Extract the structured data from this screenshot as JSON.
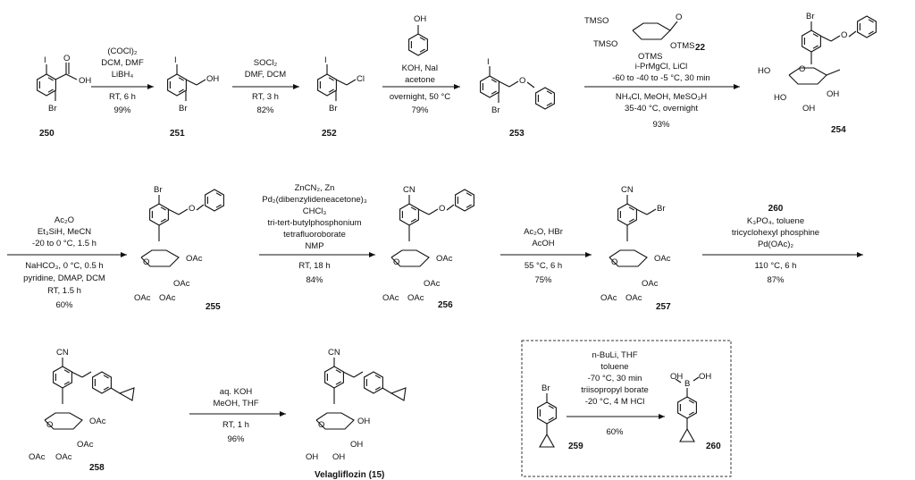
{
  "steps": [
    {
      "above": [
        "(COCl)₂",
        "DCM, DMF",
        "LiBH₄"
      ],
      "below": [
        "RT, 6 h",
        "99%"
      ]
    },
    {
      "above": [
        "SOCl₂",
        "DMF, DCM"
      ],
      "below": [
        "RT, 3 h",
        "82%"
      ]
    },
    {
      "above": [
        "KOH, NaI",
        "acetone"
      ],
      "below": [
        "overnight, 50 °C",
        "79%"
      ]
    },
    {
      "above": [
        "i-PrMgCl, LiCl",
        "-60 to -40 to -5 °C, 30 min"
      ],
      "below": [
        "NH₄Cl, MeOH, MeSO₃H",
        "35-40 °C, overnight",
        "93%"
      ],
      "reagent_label": "22"
    },
    {
      "above": [
        "Ac₂O",
        "Et₃SiH, MeCN",
        "-20 to 0 °C, 1.5 h"
      ],
      "below": [
        "NaHCO₃, 0 °C, 0.5 h",
        "pyridine, DMAP, DCM",
        "RT, 1.5 h",
        "60%"
      ]
    },
    {
      "above": [
        "ZnCN₂, Zn",
        "Pd₂(dibenzylideneacetone)₃",
        "CHCl₃",
        "tri-tert-butylphosphonium",
        "tetrafluoroborate",
        "NMP"
      ],
      "below": [
        "RT, 18 h",
        "84%"
      ]
    },
    {
      "above": [
        "Ac₂O, HBr",
        "AcOH"
      ],
      "below": [
        "55 °C, 6 h",
        "75%"
      ]
    },
    {
      "above": [
        "260",
        "K₃PO₄, toluene",
        "tricyclohexyl phosphine",
        "Pd(OAc)₂"
      ],
      "below": [
        "110 °C, 6 h",
        "87%"
      ]
    },
    {
      "above": [
        "aq. KOH",
        "MeOH, THF"
      ],
      "below": [
        "RT, 1 h",
        "96%"
      ]
    },
    {
      "above": [
        "n-BuLi, THF",
        "toluene",
        "-70 °C, 30 min",
        "triisopropyl borate",
        "-20 °C, 4 M HCl"
      ],
      "below": [
        "60%"
      ]
    }
  ],
  "compounds": {
    "c250": "250",
    "c251": "251",
    "c252": "252",
    "c253": "253",
    "c254": "254",
    "c255": "255",
    "c256": "256",
    "c257": "257",
    "c258": "258",
    "c259": "259",
    "c260": "260",
    "velagliflozin": "Velagliflozin (15)"
  },
  "atoms": {
    "I": "I",
    "Br": "Br",
    "OH": "OH",
    "O": "O",
    "Cl": "Cl",
    "CN": "CN",
    "B": "B",
    "HO": "HO",
    "OAc": "OAc",
    "TMSO": "TMSO",
    "OTMS": "OTMS",
    "OMe_O": "O"
  }
}
